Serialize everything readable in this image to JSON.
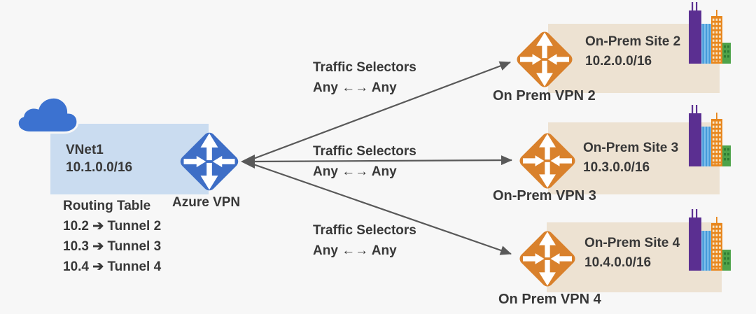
{
  "vnet": {
    "name": "VNet1",
    "cidr": "10.1.0.0/16",
    "gateway_label": "Azure VPN"
  },
  "routing_table": {
    "title": "Routing Table",
    "entries": [
      "10.2 ➔ Tunnel 2",
      "10.3 ➔ Tunnel 3",
      "10.4 ➔ Tunnel 4"
    ]
  },
  "traffic_selectors": [
    {
      "title": "Traffic Selectors",
      "detail": "Any ←→ Any"
    },
    {
      "title": "Traffic Selectors",
      "detail": "Any ←→ Any"
    },
    {
      "title": "Traffic Selectors",
      "detail": "Any ←→ Any"
    }
  ],
  "sites": [
    {
      "name": "On-Prem Site 2",
      "cidr": "10.2.0.0/16",
      "vpn_label": "On Prem VPN 2"
    },
    {
      "name": "On-Prem Site 3",
      "cidr": "10.3.0.0/16",
      "vpn_label": "On-Prem VPN 3"
    },
    {
      "name": "On-Prem Site 4",
      "cidr": "10.4.0.0/16",
      "vpn_label": "On Prem VPN 4"
    }
  ],
  "icons": {
    "cloud": "cloud-icon",
    "azure_router": "router-icon",
    "onprem_router": "router-icon",
    "buildings": "buildings-icon"
  },
  "colors": {
    "azure_router": "#3e6ec6",
    "onprem_router": "#d9812c",
    "cloud": "#3c72d0",
    "vnet_box": "#cadcf0",
    "site_box": "#ede2d2",
    "connector": "#595959",
    "text": "#383838",
    "background": "#f7f7f7"
  }
}
